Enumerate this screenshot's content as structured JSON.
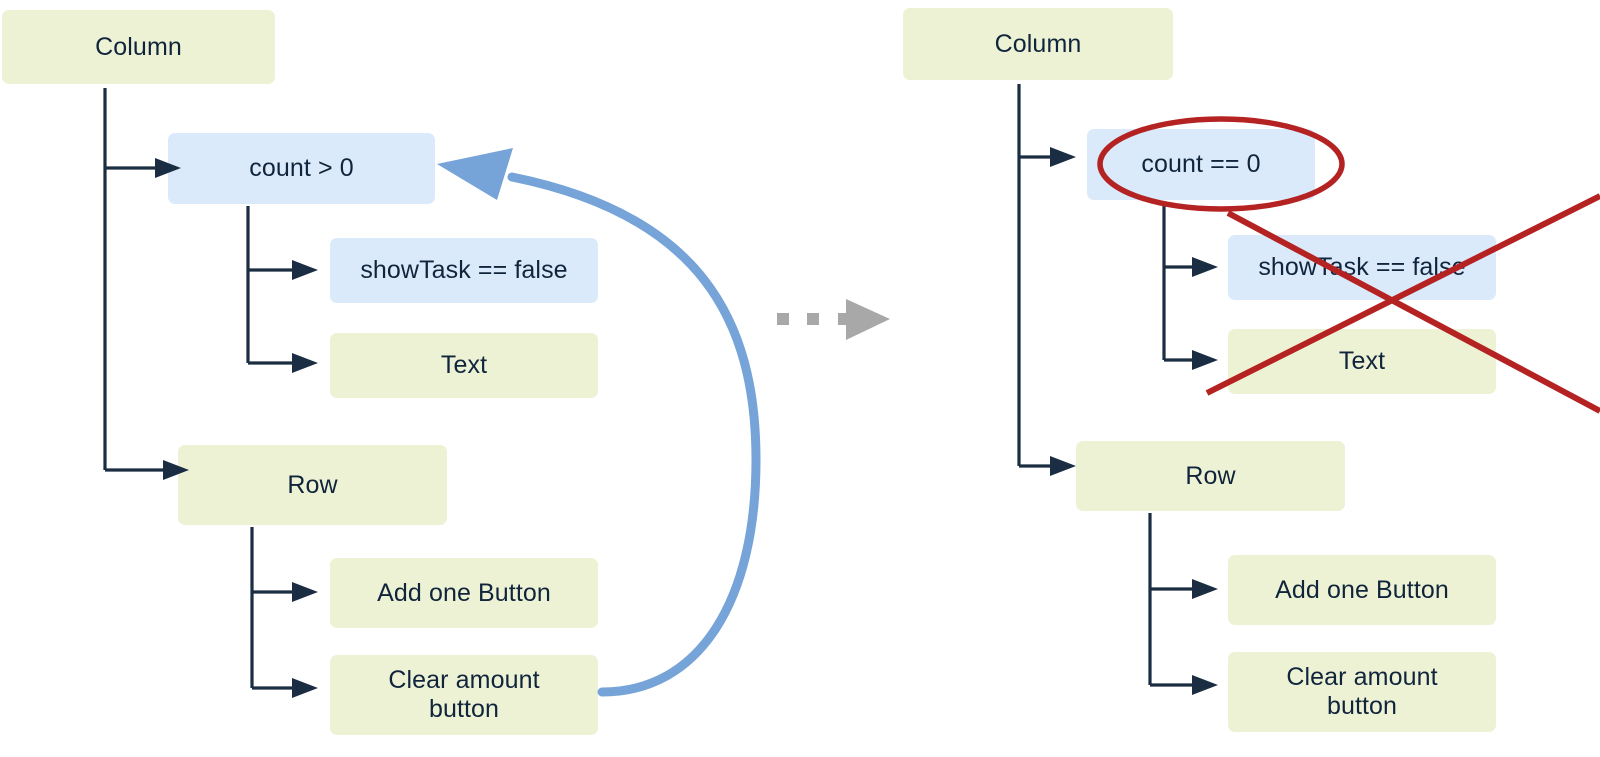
{
  "diagram": {
    "title": "Widget tree rebuild comparison",
    "colors": {
      "node_yellow": "#eef2d5",
      "node_blue": "#daeafb",
      "edge": "#1b2d42",
      "loop_arrow": "#76a3d8",
      "annotation_red": "#b42222",
      "transition_gray": "#a8a8a8",
      "text": "#10253c",
      "background": "#ffffff"
    },
    "panels": [
      {
        "id": "before",
        "nodes": {
          "root": "Column",
          "condition": "count > 0",
          "show_task": "showTask == false",
          "text": "Text",
          "row": "Row",
          "add_button": "Add one Button",
          "clear_button": "Clear amount\nbutton"
        },
        "annotations": {
          "loop_arrow_label": "rebuild-loop-arrow"
        }
      },
      {
        "id": "after",
        "nodes": {
          "root": "Column",
          "condition": "count == 0",
          "show_task": "showTask == false",
          "text": "Text",
          "row": "Row",
          "add_button": "Add one Button",
          "clear_button": "Clear amount\nbutton"
        },
        "annotations": {
          "highlight_label": "red-ellipse-highlight",
          "removed_label": "red-cross-removed"
        }
      }
    ],
    "transition": {
      "icon": "dotted-arrow-right-icon",
      "dots": 2
    }
  }
}
